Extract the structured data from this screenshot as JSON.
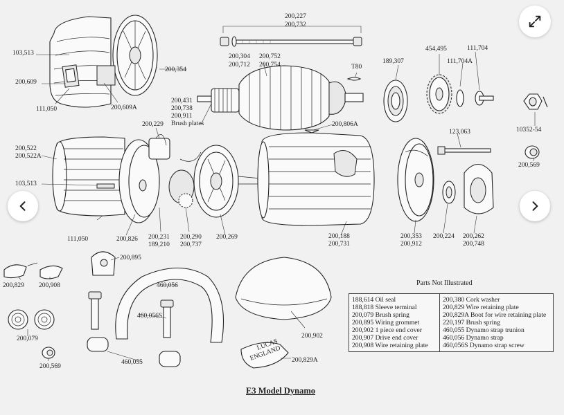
{
  "diagram": {
    "title": "E3 Model Dynamo",
    "labels": {
      "l200227": "200,227",
      "l200732": "200,732",
      "l103513a": "103,513",
      "l200354": "200,354",
      "l200609": "200,609",
      "l111050a": "111,050",
      "l200609A": "200,609A",
      "l200304": "200,304",
      "l200712": "200,712",
      "l200752": "200,752",
      "l200754": "200,754",
      "lT80": "T80",
      "l189307": "189,307",
      "l454495": "454,495",
      "l111704": "111,704",
      "l111704A": "111,704A",
      "l200431": "200,431",
      "l200738": "200,738",
      "l200911": "200,911",
      "lBrushPlates": "Brush plates",
      "l200229": "200,229",
      "l200806A": "200,806A",
      "l123063": "123,063",
      "l1035254": "10352-54",
      "l200569a": "200,569",
      "l200522": "200,522",
      "l200522A": "200,522A",
      "l103513b": "103,513",
      "l111050b": "111,050",
      "l200826": "200,826",
      "l200231": "200,231",
      "l189210": "189,210",
      "l200290": "200,290",
      "l200737": "200,737",
      "l200269": "200,269",
      "l200188": "200,188",
      "l200731": "200,731",
      "l200353": "200,353",
      "l200912": "200,912",
      "l200224": "200,224",
      "l200262": "200,262",
      "l200748": "200,748",
      "l200895": "200,895",
      "l200829": "200,829",
      "l200908": "200,908",
      "l460056": "460,056",
      "l460056S": "460,056S",
      "l200079": "200,079",
      "l200569b": "200,569",
      "l460055": "460,055",
      "l200902": "200,902",
      "l200829A": "200,829A",
      "lLucas": "LUCAS",
      "lEngland": "ENGLAND"
    },
    "legend": {
      "title": "Parts Not Illustrated",
      "left": [
        "188,614 Oil seal",
        "188,818 Sleeve terminal",
        "200,079 Brush spring",
        "200,895 Wiring grommet",
        "200,902 1 piece end cover",
        "200,907 Drive end cover",
        "200,908 Wire retaining plate"
      ],
      "right": [
        "200,380 Cork washer",
        "200,829 Wire retaining plate",
        "200,829A Boot for wire retaining plate",
        "220,197 Brush spring",
        "460,055 Dynamo strap trunion",
        "460,056 Dynamo strap",
        "460,056S Dynamo strap screw"
      ]
    }
  },
  "viewer": {
    "expand_icon": "expand-arrows-icon",
    "prev_icon": "chevron-left-icon",
    "next_icon": "chevron-right-icon"
  }
}
